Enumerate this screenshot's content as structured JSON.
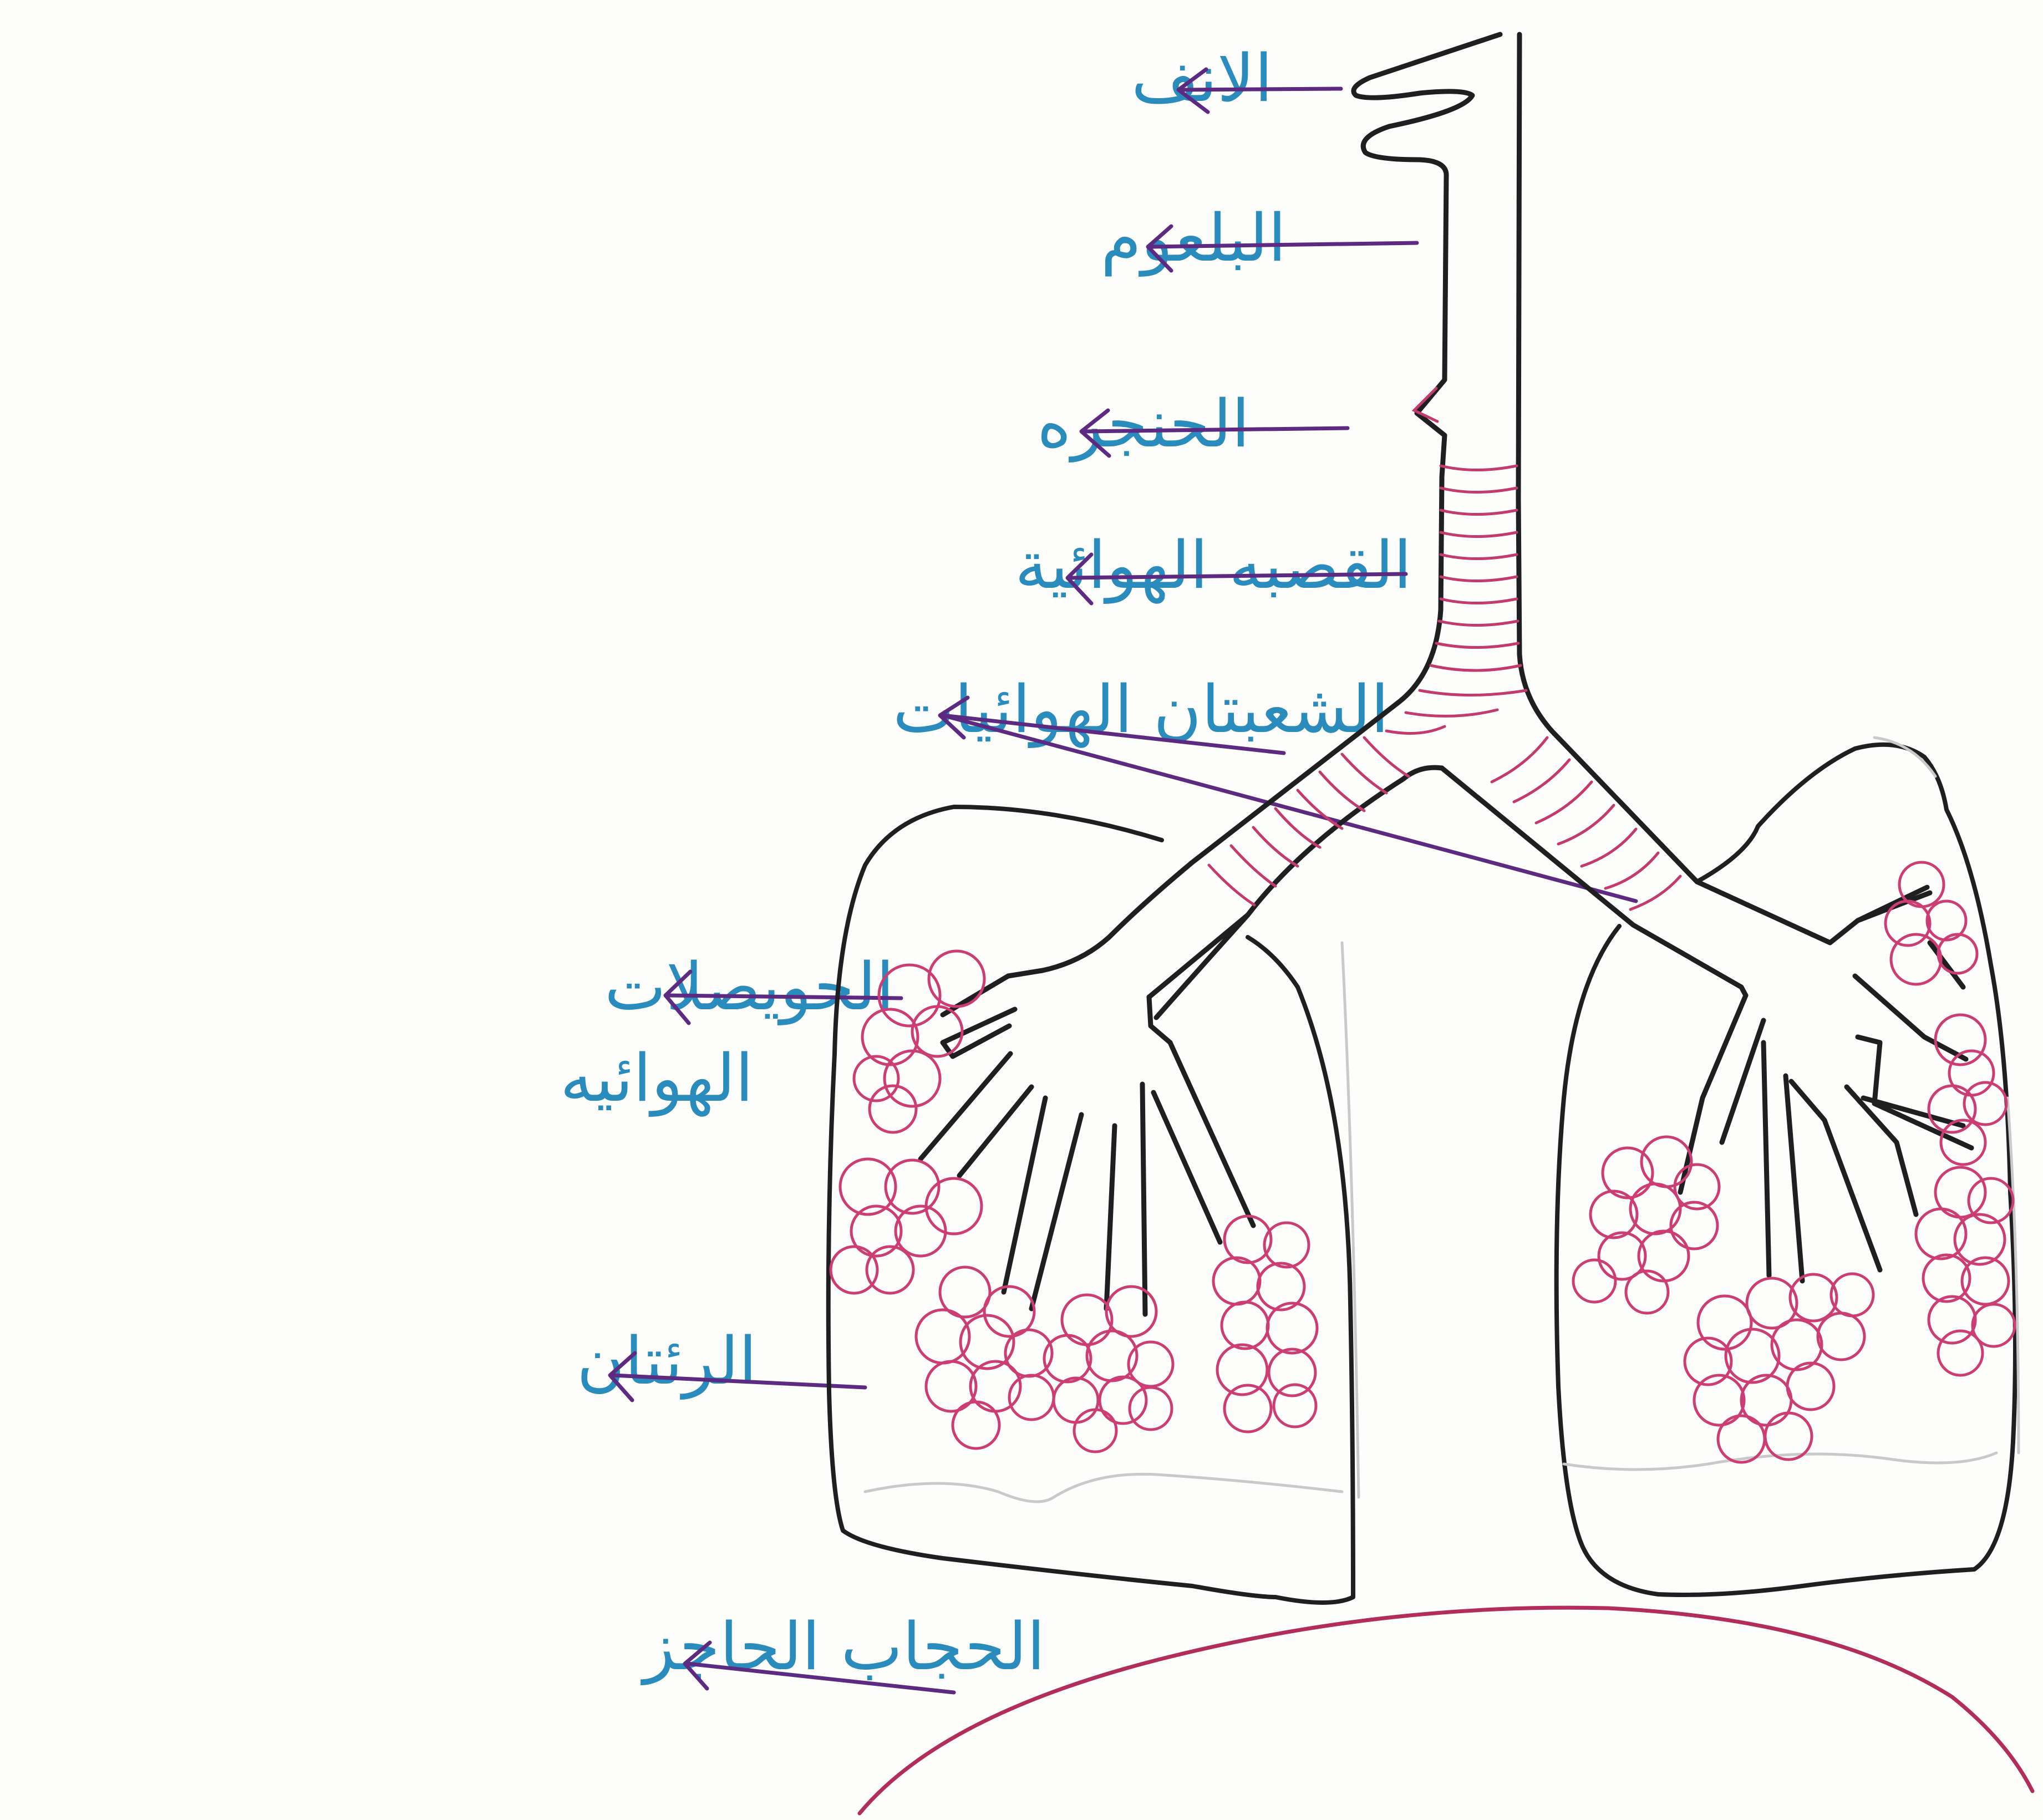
{
  "labels": {
    "nose": "الانف",
    "pharynx": "البلعوم",
    "larynx": "الحنجره",
    "trachea": "القصبه الهوائية",
    "bronchi": "الشعبتان الهوائيات",
    "alveoli_line1": "الحويصلات",
    "alveoli_line2": "الهوائيه",
    "lungs": "الرئتان",
    "diaphragm": "الحجاب الحاجز"
  },
  "colors": {
    "label_text": "#2a8bbd",
    "pointer_arrows": "#5d2a82",
    "airway_outline": "#1f1f22",
    "cartilage_rings": "#c23a6e",
    "alveoli": "#cc3d73",
    "diaphragm": "#b32d5c"
  }
}
